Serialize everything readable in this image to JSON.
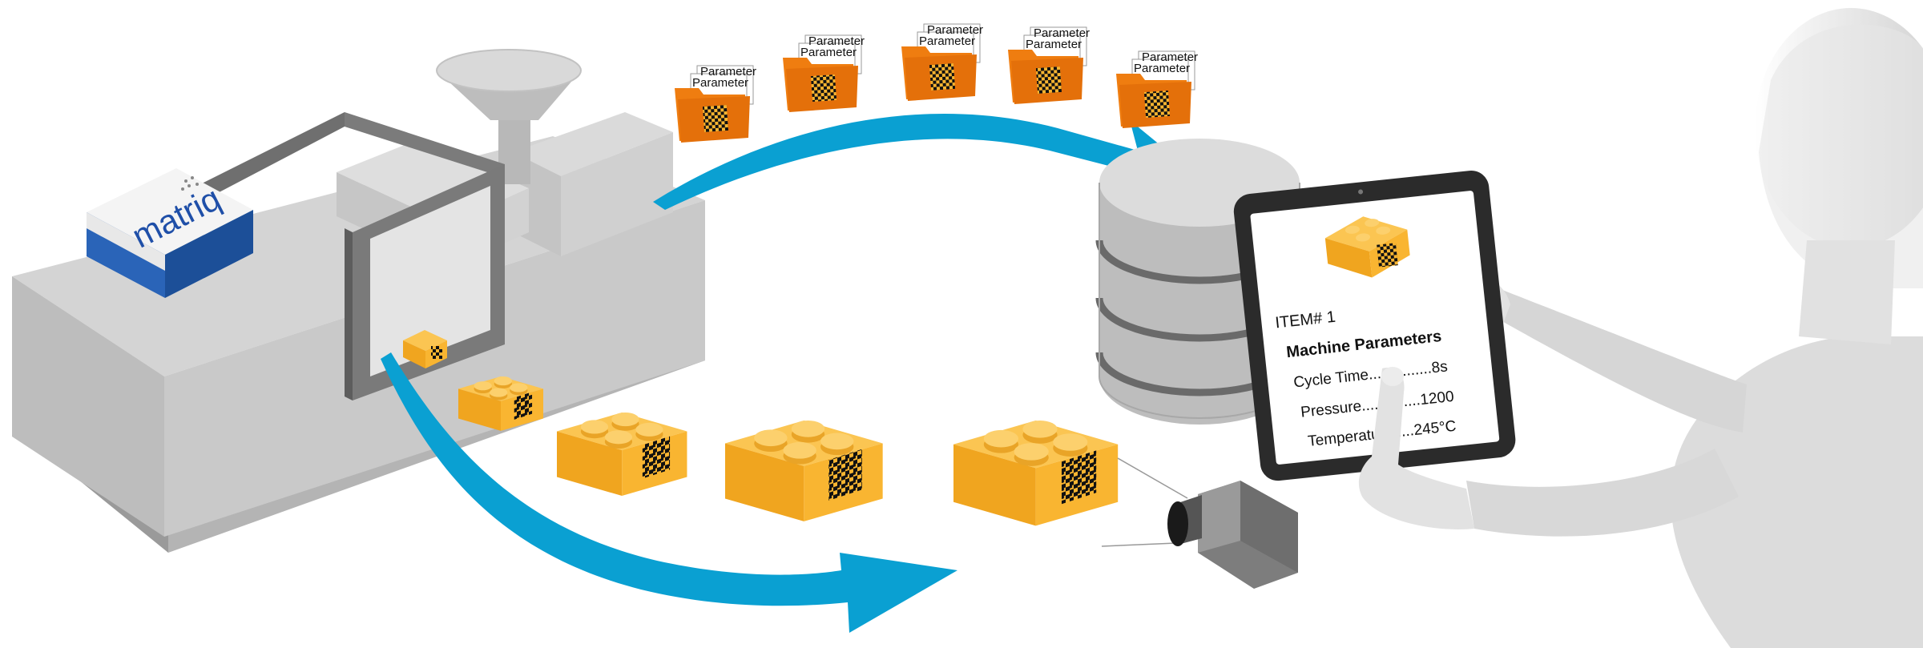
{
  "brand": {
    "logo_text": "matriq",
    "logo_color": "#1f4fa8"
  },
  "parameter_folders": [
    {
      "label": "Parameter",
      "back_label": "Parameter"
    },
    {
      "label": "Parameter",
      "back_label": "Parameter"
    },
    {
      "label": "Parameter",
      "back_label": "Parameter"
    },
    {
      "label": "Parameter",
      "back_label": "Parameter"
    },
    {
      "label": "Parameter",
      "back_label": "Parameter"
    }
  ],
  "tablet": {
    "item_label": "ITEM# 1",
    "section_title": "Machine Parameters",
    "rows": [
      {
        "text": "Cycle Time...............8s"
      },
      {
        "text": "Pressure..............1200"
      },
      {
        "text": "Temperature.....245°C"
      }
    ]
  },
  "colors": {
    "arrow": "#0aa0d2",
    "brick": "#f9b531",
    "brick_side": "#e39a1e",
    "folder": "#ef7d10",
    "machine": "#c8c8c8",
    "database": "#bdbdbd",
    "tablet_frame": "#2b2b2b"
  }
}
